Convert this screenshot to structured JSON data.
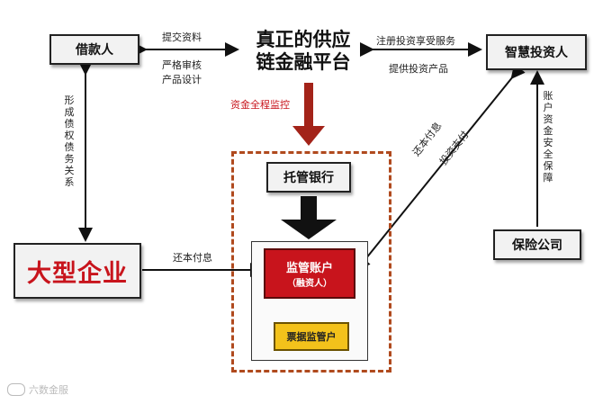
{
  "nodes": {
    "platform": "真正的供应\n链金融平台",
    "borrower": "借款人",
    "investor": "智慧投资人",
    "enterprise": "大型企业",
    "insurance": "保险公司",
    "custodian_bank": "托管银行",
    "supervision_account": "监管账户",
    "supervision_account_sub": "（融资人）",
    "bill_account": "票据监管户"
  },
  "edge_labels": {
    "submit_materials": "提交资料",
    "strict_review": "严格审核",
    "product_design": "产品设计",
    "register_invest": "注册投资享受服务",
    "provide_products": "提供投资产品",
    "fund_monitoring": "资金全程监控",
    "debt_relation": "形成债权债务关系",
    "repay_principal_interest_enterprise": "还本付息",
    "repay_principal_interest_investor": "还本付息",
    "investment_payment": "投资支付",
    "account_fund_safety": "账户资金安全保障"
  },
  "watermark": "六数金服",
  "colors": {
    "red": "#c8141c",
    "dark_red": "#a32319",
    "dashed_border": "#b04a1e",
    "yellow": "#f3c21b",
    "box_bg": "#f2f2f2"
  }
}
